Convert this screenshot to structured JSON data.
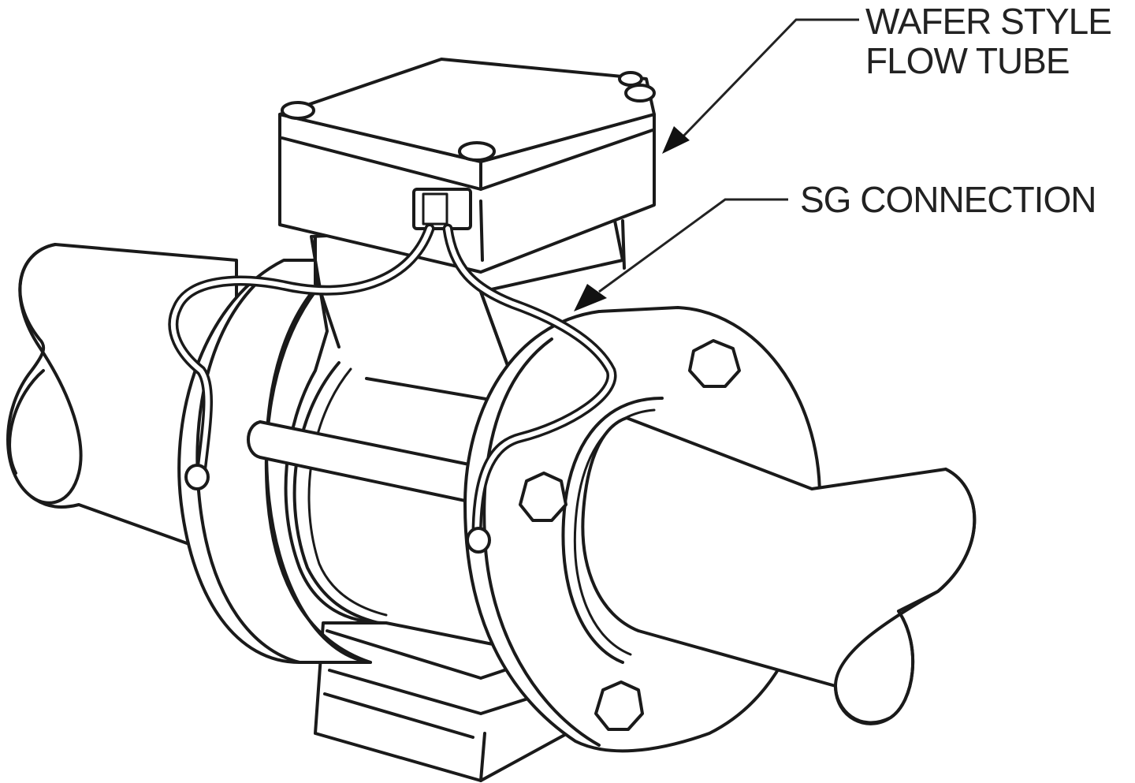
{
  "figure": {
    "subject": "Wafer style flow tube installed between pipe flanges with SG connection wiring",
    "line_color": "#1a1a1a",
    "background": "#ffffff"
  },
  "callouts": [
    {
      "id": "wafer-style-flow-tube",
      "lines": [
        "WAFER STYLE",
        "FLOW TUBE"
      ]
    },
    {
      "id": "sg-connection",
      "lines": [
        "SG CONNECTION"
      ]
    }
  ]
}
